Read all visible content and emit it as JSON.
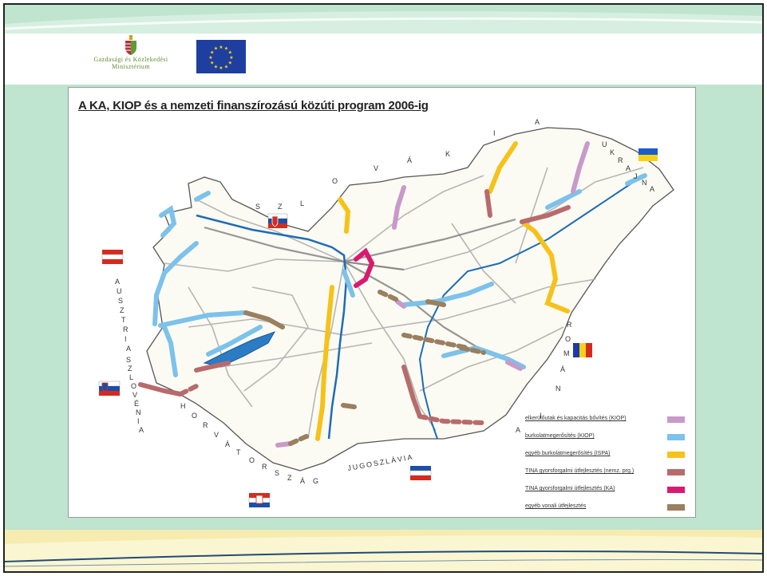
{
  "header": {
    "ministry_line1": "Gazdasági és Közlekedési",
    "ministry_line2": "Minisztérium"
  },
  "map": {
    "title": "A  KA, KIOP és a nemzeti finanszírozású közúti program 2006-ig",
    "neighbor_labels": {
      "slovakia": [
        "S",
        "Z",
        "L",
        "O",
        "V",
        "Á",
        "K",
        "I",
        "A"
      ],
      "ukraine": [
        "U",
        "K",
        "R",
        "A",
        "J",
        "N",
        "A"
      ],
      "austria": [
        "A",
        "U",
        "S",
        "Z",
        "T",
        "R",
        "I",
        "A"
      ],
      "slovenia": [
        "S",
        "Z",
        "L",
        "O",
        "V",
        "É",
        "N",
        "I",
        "A"
      ],
      "croatia": [
        "H",
        "O",
        "R",
        "V",
        "Á",
        "T",
        "O",
        "R",
        "S",
        "Z",
        "Á",
        "G"
      ],
      "yugoslavia": "JUGOSZLÁVIA",
      "romania": [
        "R",
        "O",
        "M",
        "Á",
        "N",
        "I",
        "A"
      ]
    },
    "legend": [
      {
        "label": "elkerülőutak és kapacitás bővítés (KIOP)",
        "color": "#c89ac8"
      },
      {
        "label": "burkolatmegerősítés (KIOP)",
        "color": "#7cc2ea"
      },
      {
        "label": "egyéb burkolatmegerősítés (ISPA)",
        "color": "#f6c21a"
      },
      {
        "label": "TINA gyorsforgalmi útfejlesztés (nemz. prg.)",
        "color": "#b86b6b"
      },
      {
        "label": "TINA gyorsforgalmi útfejlesztés (KA)",
        "color": "#d81b6e"
      },
      {
        "label": "egyéb vonali útfejlesztés",
        "color": "#9b7f5e"
      }
    ]
  }
}
